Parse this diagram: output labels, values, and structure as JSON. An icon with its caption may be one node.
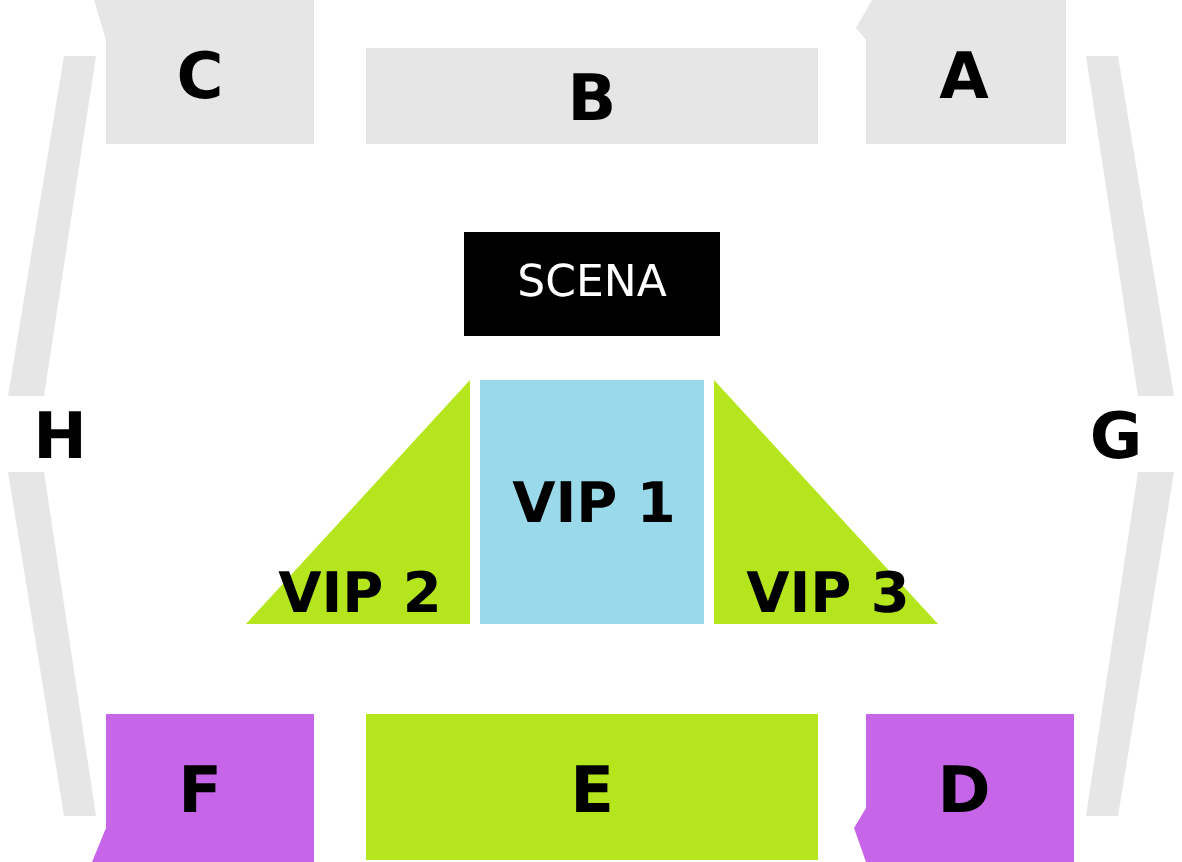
{
  "diagram": {
    "nodes": [
      {
        "text": [
          "C"
        ]
      },
      {
        "text": [
          "B"
        ]
      },
      {
        "text": [
          "A"
        ]
      },
      {
        "text": [
          "SCENA"
        ]
      },
      {
        "text": [
          "H"
        ]
      },
      {
        "text": [
          "VIP 1"
        ]
      },
      {
        "text": [
          "G"
        ]
      },
      {
        "text": [
          "VIP 2"
        ]
      },
      {
        "text": [
          "VIP 3"
        ]
      },
      {
        "text": [
          "F"
        ]
      },
      {
        "text": [
          "E"
        ]
      },
      {
        "text": [
          "D"
        ]
      }
    ],
    "edges": []
  }
}
